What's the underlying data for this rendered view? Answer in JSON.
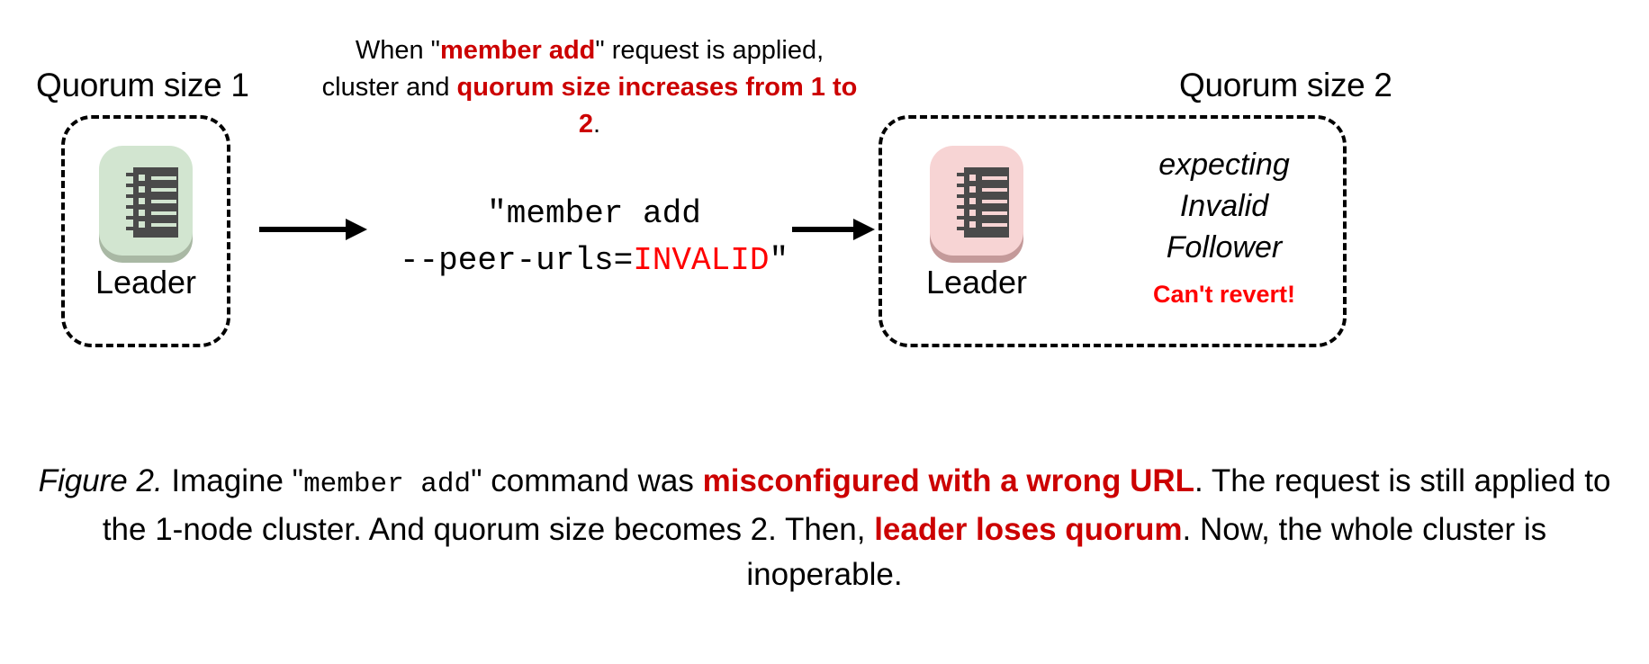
{
  "figure": {
    "left_section": {
      "title": "Quorum size 1",
      "node_label": "Leader",
      "node_icon": "ledger-server-icon",
      "node_color": "#d2e5d0"
    },
    "right_section": {
      "title": "Quorum size 2",
      "node_label": "Leader",
      "node_icon": "ledger-server-icon",
      "node_color": "#f7d4d4",
      "expecting_lines": [
        "expecting",
        "Invalid",
        "Follower"
      ],
      "warning": "Can't revert!",
      "warning_color": "#ff0000"
    },
    "top_note": {
      "part1": "When \"",
      "emphasis1": "member add",
      "part2": "\" request is applied, cluster and ",
      "emphasis2": "quorum size increases from 1 to 2",
      "part3": "."
    },
    "command": {
      "line1": "\"member add",
      "line2_prefix": "--peer-urls=",
      "line2_invalid": "INVALID",
      "line2_suffix": "\"",
      "invalid_color": "#ff0000"
    },
    "arrows": {
      "arrow1": "arrow-right-icon",
      "arrow2": "arrow-right-icon"
    },
    "caption": {
      "label": "Figure 2.",
      "text1": " Imagine \"",
      "mono1": "member add",
      "text2": "\" command was ",
      "emphasis1": "misconfigured with a wrong URL",
      "text3": ". The request is still applied to the 1-node cluster. And quorum size becomes 2. Then, ",
      "emphasis2": "leader loses quorum",
      "text4": ". Now, the whole cluster is inoperable.",
      "emphasis_color": "#cc0000"
    }
  }
}
